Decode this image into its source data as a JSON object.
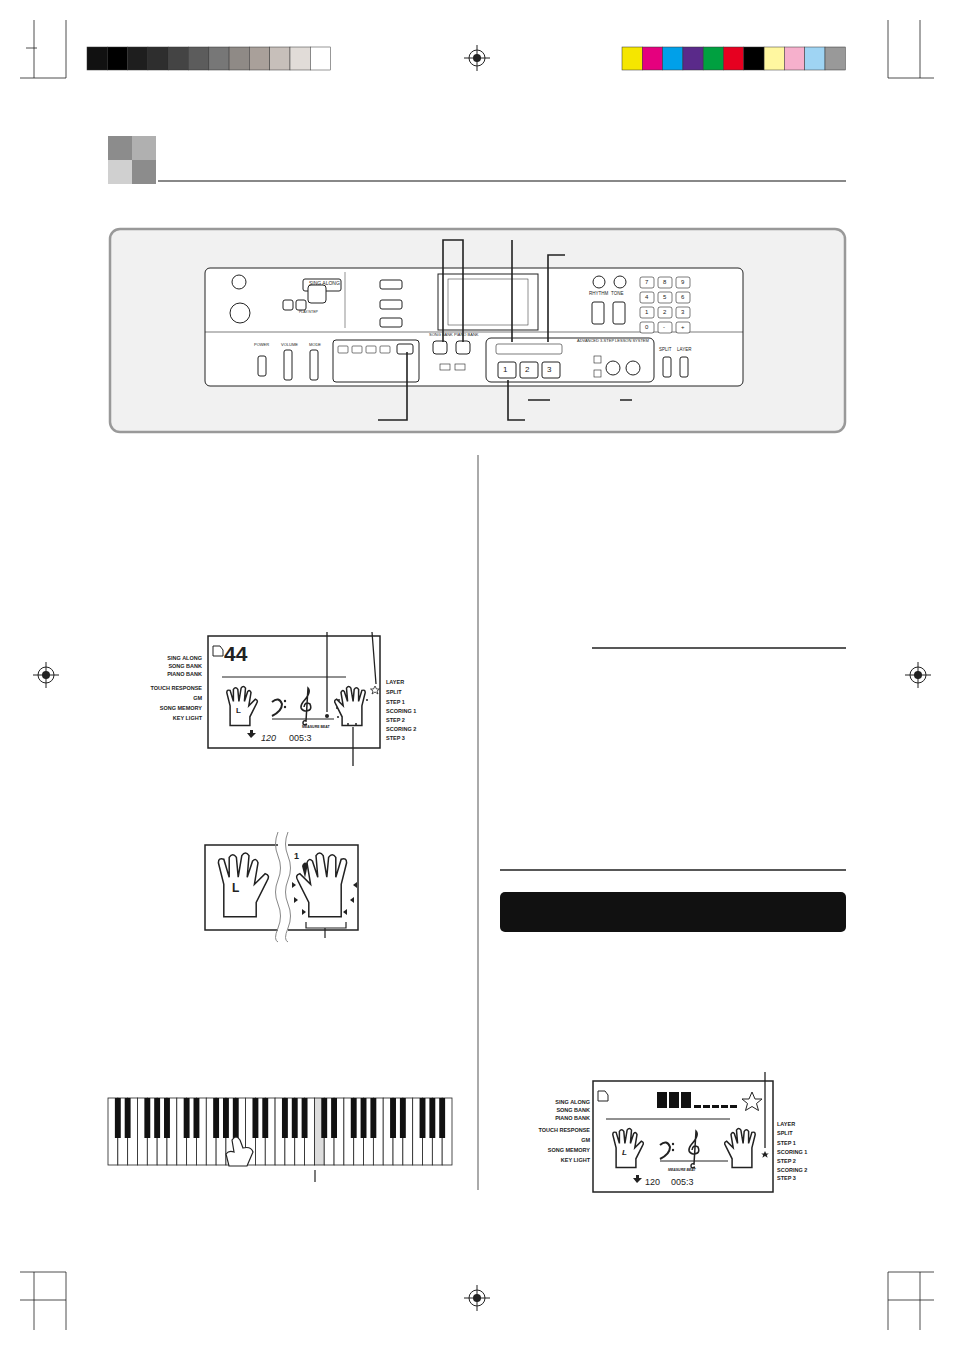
{
  "diagram": {
    "labels": [
      "SING ALONG",
      "PLAY/STEP",
      "POWER",
      "VOLUME",
      "MODE",
      "SONG BANK",
      "PIANO BANK",
      "RHYTHM",
      "TONE",
      "SPLIT",
      "LAYER",
      "ADVANCED 3-STEP LESSON SYSTEM",
      "1",
      "2",
      "3",
      "7",
      "8",
      "9",
      "4",
      "5",
      "6",
      "1",
      "2",
      "3",
      "0",
      "-",
      "+",
      "SING ALONG",
      "SONG BANK",
      "PIANO BANK",
      "TOUCH RESPONSE",
      "GM",
      "SONG MEMORY",
      "KEY LIGHT",
      "44",
      "LAYER",
      "SPLIT",
      "STEP 1",
      "SCORING 1",
      "STEP 2",
      "SCORING 2",
      "STEP 3",
      "L",
      "MEASURE BEAT",
      "120",
      "005:3",
      "L",
      "1",
      "SING ALONG",
      "SONG BANK",
      "PIANO BANK",
      "TOUCH RESPONSE",
      "GM",
      "SONG MEMORY",
      "KEY LIGHT",
      "LAYER",
      "SPLIT",
      "STEP 1",
      "SCORING 1",
      "STEP 2",
      "SCORING 2",
      "STEP 3",
      "L",
      "MEASURE BEAT",
      "120",
      "005:3"
    ]
  }
}
